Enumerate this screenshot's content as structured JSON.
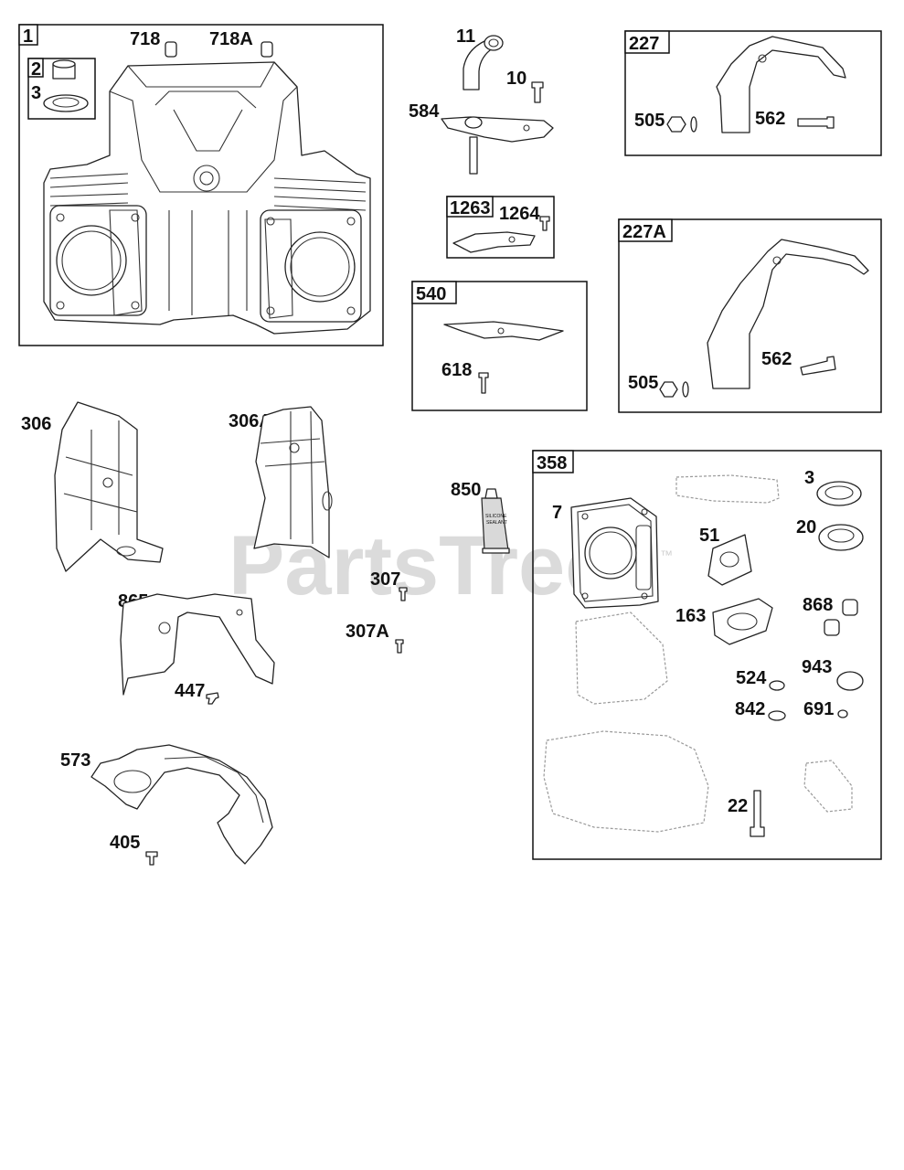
{
  "watermark": "PartsTree",
  "watermark_tm": "™",
  "labels": {
    "l1": "1",
    "l2": "2",
    "l3a": "3",
    "l718": "718",
    "l718a": "718A",
    "l11": "11",
    "l10": "10",
    "l584": "584",
    "l1263": "1263",
    "l1264": "1264",
    "l540": "540",
    "l618": "618",
    "l227": "227",
    "l505a": "505",
    "l562a": "562",
    "l227a": "227A",
    "l505b": "505",
    "l562b": "562",
    "l306": "306",
    "l306a": "306A",
    "l307": "307",
    "l307a": "307A",
    "l865": "865",
    "l447": "447",
    "l573": "573",
    "l405": "405",
    "l850": "850",
    "tube_text1": "SILICONE",
    "tube_text2": "SEALANT",
    "l358": "358",
    "l7": "7",
    "l3b": "3",
    "l20": "20",
    "l51": "51",
    "l163": "163",
    "l868": "868",
    "l524": "524",
    "l943": "943",
    "l842": "842",
    "l691": "691",
    "l22": "22"
  }
}
